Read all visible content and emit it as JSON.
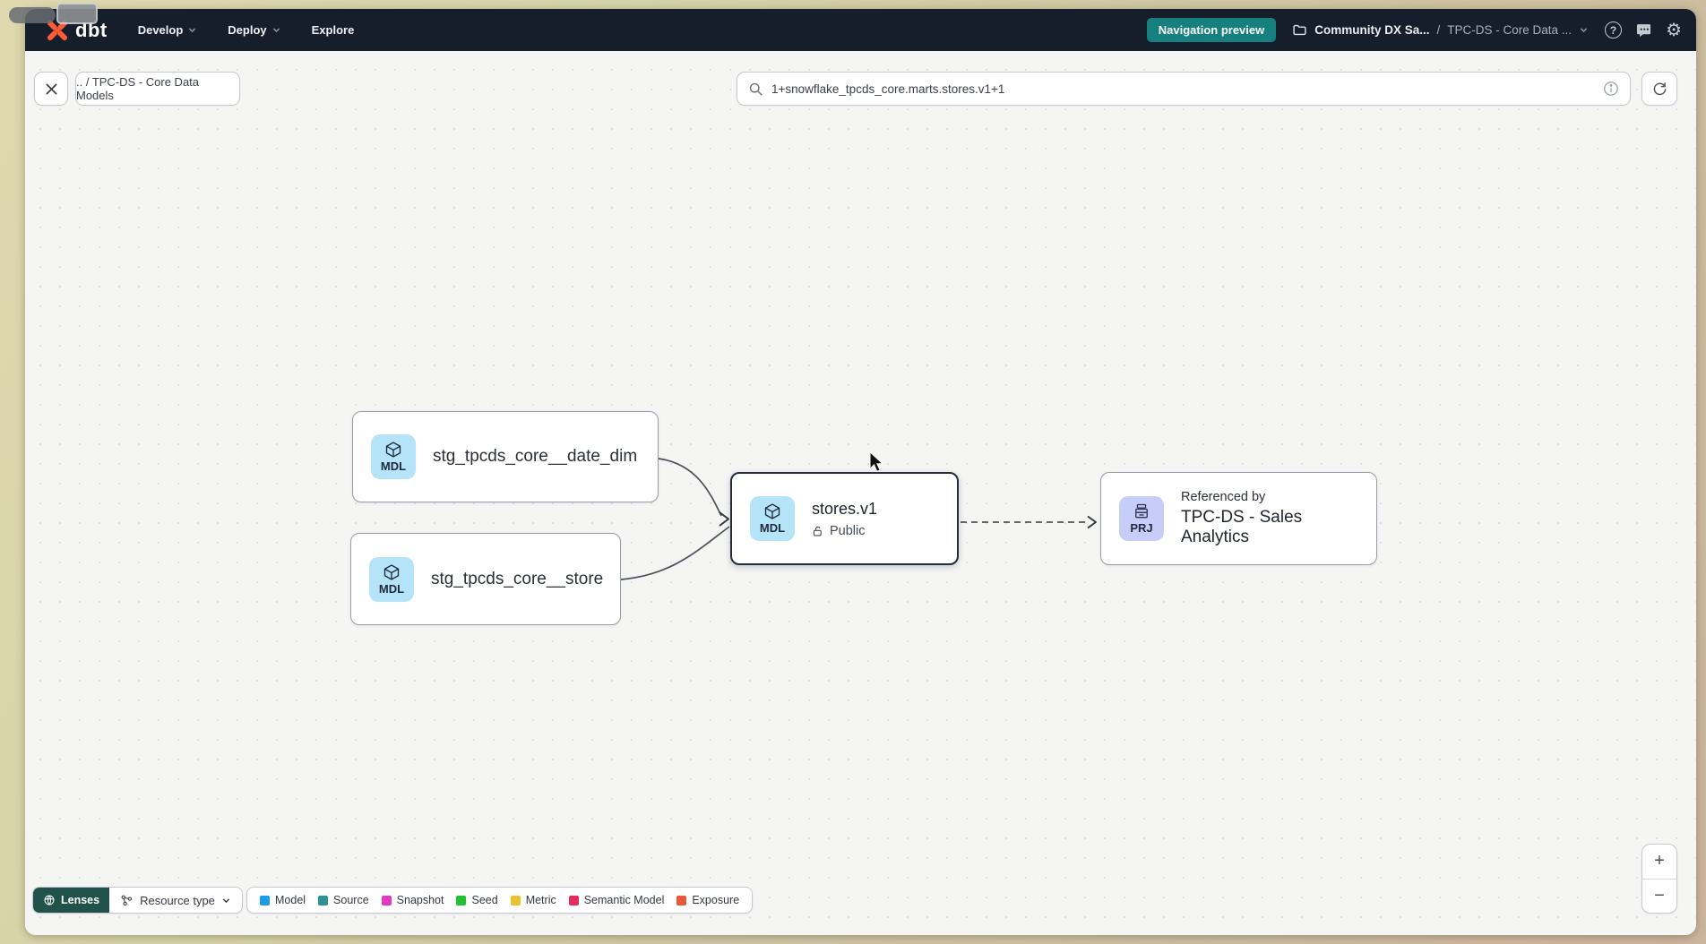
{
  "topbar": {
    "logo_text": "dbt",
    "nav": [
      {
        "label": "Develop"
      },
      {
        "label": "Deploy"
      },
      {
        "label": "Explore"
      }
    ],
    "preview_badge": "Navigation preview",
    "account": "Community DX Sa...",
    "separator": "/",
    "project": "TPC-DS - Core Data ...",
    "help_glyph": "?",
    "gear_glyph": "⚙"
  },
  "toolbar": {
    "breadcrumb": ".. / TPC-DS - Core Data Models",
    "search_value": "1+snowflake_tpcds_core.marts.stores.v1+1"
  },
  "graph": {
    "nodes": [
      {
        "badge": "MDL",
        "label": "stg_tpcds_core__date_dim"
      },
      {
        "badge": "MDL",
        "label": "stg_tpcds_core__store"
      },
      {
        "badge": "MDL",
        "label": "stores.v1",
        "sublabel": "Public"
      },
      {
        "badge": "PRJ",
        "label": "TPC-DS - Sales Analytics",
        "sublabel": "Referenced by"
      }
    ]
  },
  "footer": {
    "lenses_label": "Lenses",
    "resource_type_label": "Resource type",
    "legend": [
      {
        "label": "Model",
        "color": "#1e9ce4"
      },
      {
        "label": "Source",
        "color": "#2e9292"
      },
      {
        "label": "Snapshot",
        "color": "#df3bbd"
      },
      {
        "label": "Seed",
        "color": "#1dc133"
      },
      {
        "label": "Metric",
        "color": "#e8c233"
      },
      {
        "label": "Semantic Model",
        "color": "#e62c5c"
      },
      {
        "label": "Exposure",
        "color": "#e8593c"
      }
    ],
    "zoom_in": "+",
    "zoom_out": "−"
  },
  "colors": {
    "brand_orange": "#ff5c35",
    "topbar_bg": "#161d2b",
    "preview_badge_bg": "#15807e",
    "model_badge_bg": "#b5e4f9",
    "project_badge_bg": "#c5cdf8"
  }
}
